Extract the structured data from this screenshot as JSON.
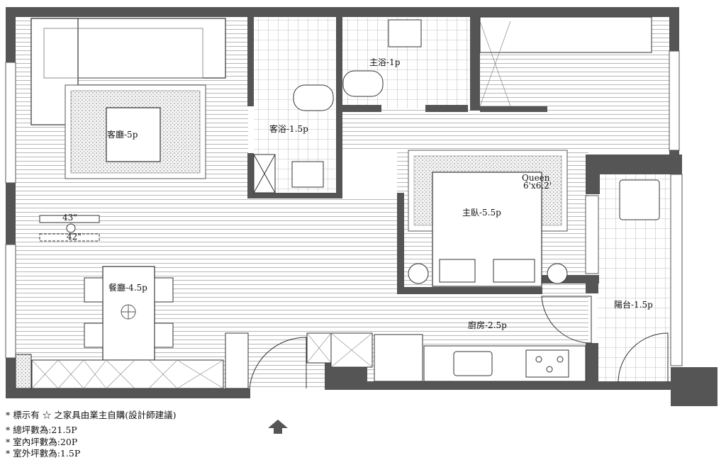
{
  "rooms": {
    "living": "客廳-5p",
    "guest_bath": "客浴-1.5p",
    "master_bath": "主浴-1p",
    "master_bedroom": "主臥-5.5p",
    "dining": "餐廳-4.5p",
    "kitchen": "廚房-2.5p",
    "balcony": "陽台-1.5p"
  },
  "bed_label": "Queen",
  "bed_size": "6'x6.2'",
  "tv_label_top": "43\"",
  "tv_label_bottom": "42\"",
  "notes": {
    "n1_prefix": "* 標示有",
    "star": "☆",
    "n1_suffix": "之家具由業主自購(設計師建議)",
    "n2": "* 總坪數為:21.5P",
    "n3": "* 室內坪數為:20P",
    "n4": "* 室外坪數為:1.5P"
  }
}
